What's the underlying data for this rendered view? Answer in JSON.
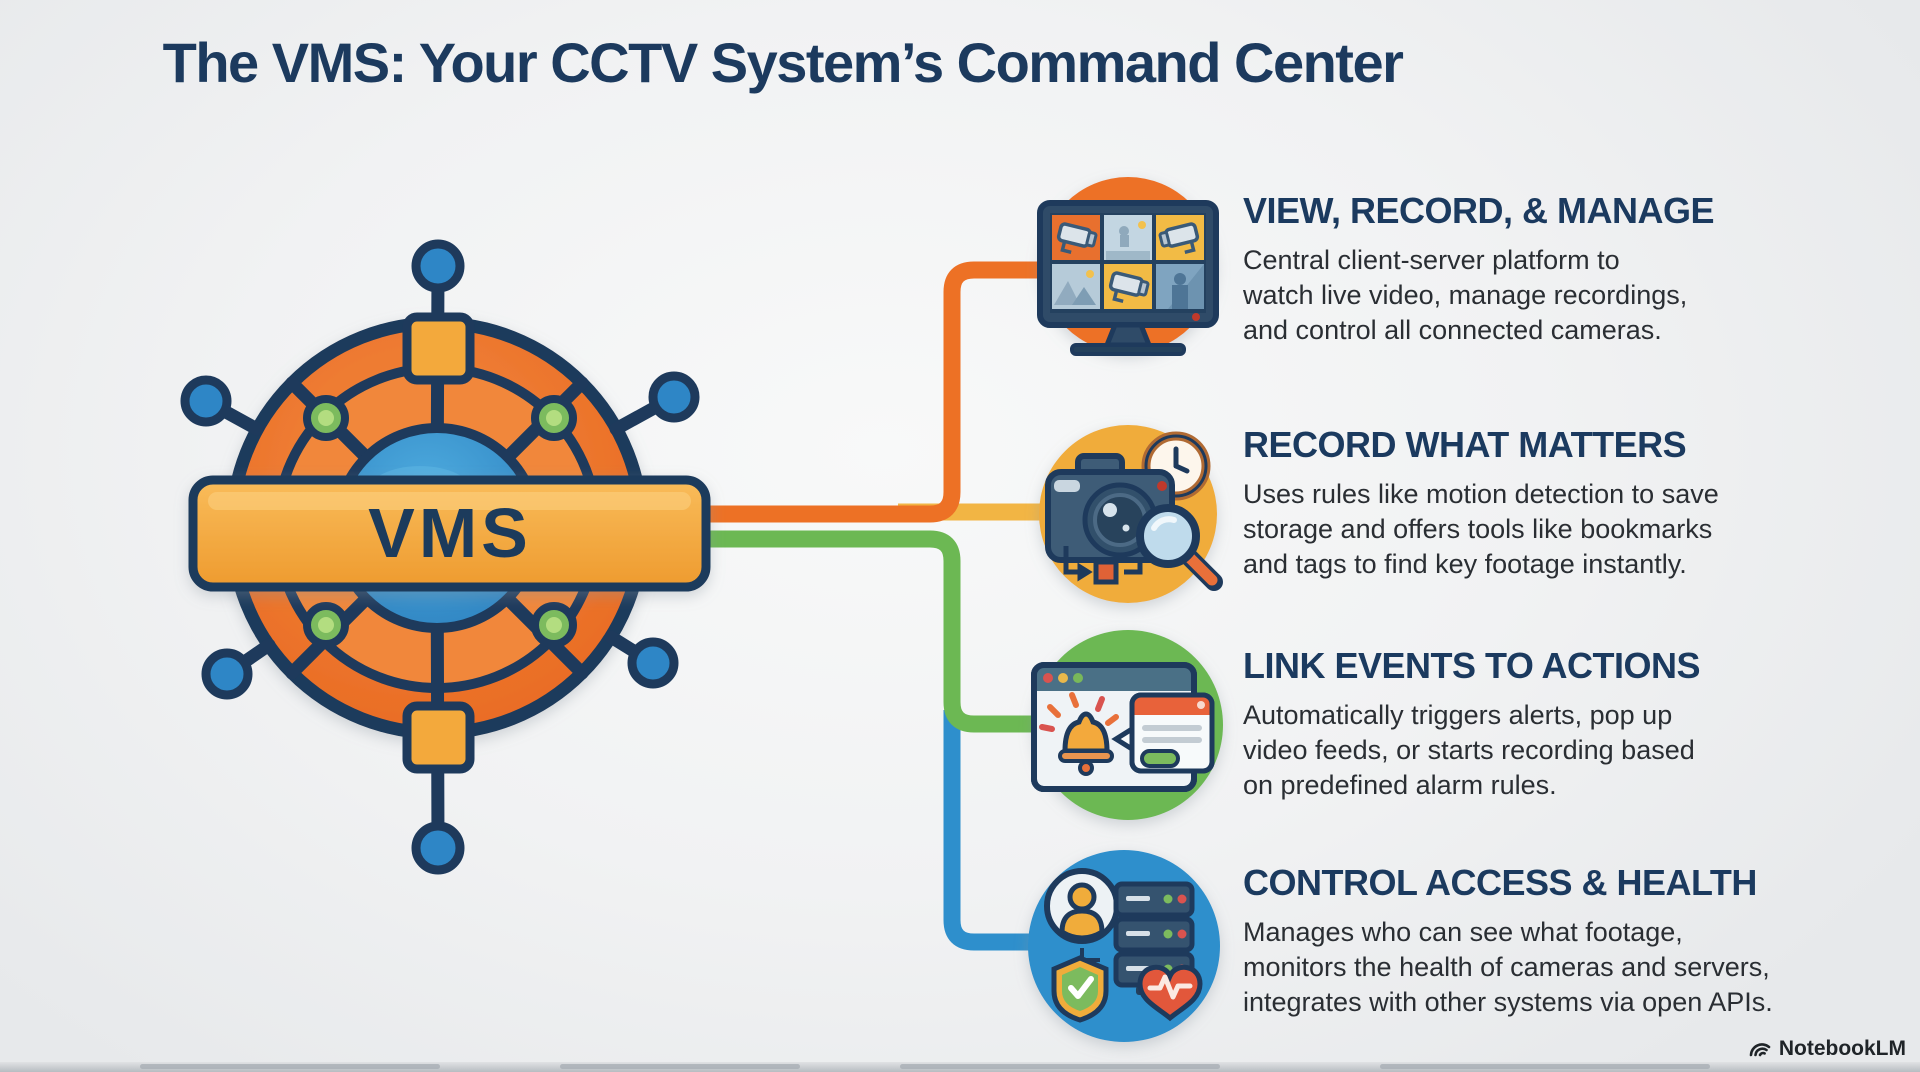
{
  "title": "The VMS: Your CCTV System’s Command Center",
  "hub": {
    "label": "VMS"
  },
  "sections": [
    {
      "heading": "VIEW, RECORD, & MANAGE",
      "lines": [
        "Central client-server platform to",
        "watch live video, manage recordings,",
        "and control all connected cameras."
      ],
      "icon": "monitor-camera-grid",
      "accent": "#ED7125"
    },
    {
      "heading": "RECORD WHAT MATTERS",
      "lines": [
        "Uses rules like motion detection to save",
        "storage and offers tools like bookmarks",
        "and tags to find key footage instantly."
      ],
      "icon": "camera-clock-magnifier",
      "accent": "#F0AC3B"
    },
    {
      "heading": "LINK EVENTS TO ACTIONS",
      "lines": [
        "Automatically triggers alerts, pop up",
        "video feeds, or starts recording based",
        "on predefined alarm rules."
      ],
      "icon": "browser-alert-bell",
      "accent": "#6CB853"
    },
    {
      "heading": "CONTROL ACCESS & HEALTH",
      "lines": [
        "Manages who can see what footage,",
        "monitors the health of cameras and servers,",
        "integrates with other systems via open APIs."
      ],
      "icon": "user-server-shield-heart",
      "accent": "#2E8FCC"
    }
  ],
  "watermark": {
    "brand": "NotebookLM"
  },
  "colors": {
    "navy": "#1C3A5E",
    "orange": "#ED7125",
    "yellow": "#F0AC3B",
    "green": "#6CB853",
    "blue": "#2E8FCC",
    "body_text": "#2A2E33",
    "background": "#F0F2F3"
  }
}
